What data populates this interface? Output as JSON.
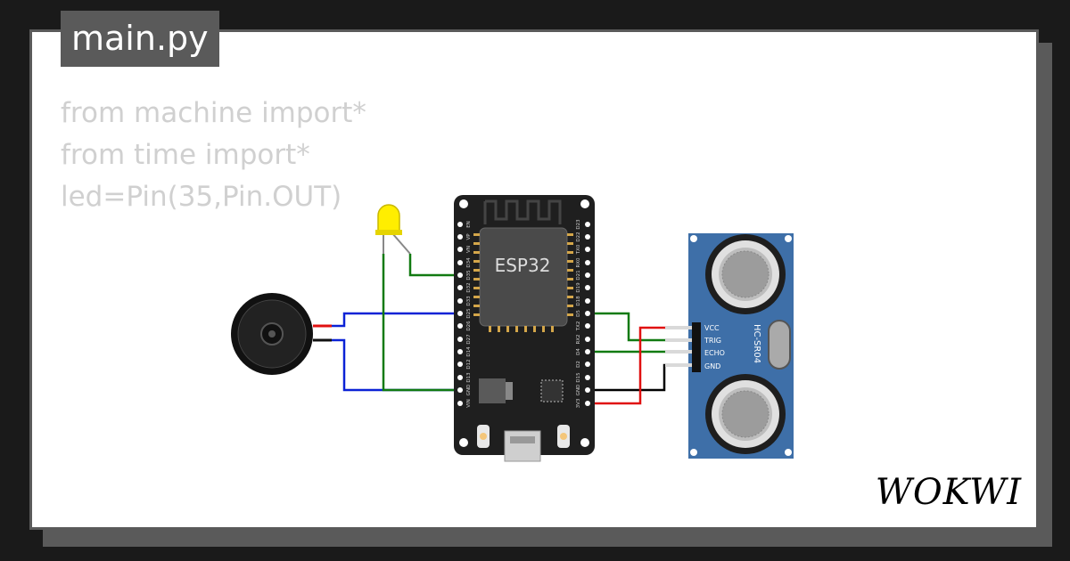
{
  "tab": {
    "filename": "main.py"
  },
  "code": {
    "lines": [
      "from machine import*",
      "from time import*",
      "led=Pin(35,Pin.OUT)"
    ]
  },
  "board": {
    "label": "ESP32",
    "left_pins": [
      "EN",
      "VP",
      "VN",
      "D34",
      "D35",
      "D32",
      "D33",
      "D25",
      "D26",
      "D27",
      "D14",
      "D12",
      "D13",
      "GND",
      "VIN"
    ],
    "right_pins": [
      "D23",
      "D22",
      "TX0",
      "RX0",
      "D21",
      "D19",
      "D18",
      "D5",
      "TX2",
      "RX2",
      "D4",
      "D2",
      "D15",
      "GND",
      "3V3"
    ]
  },
  "sensor": {
    "label": "HC-SR04",
    "pins": [
      "VCC",
      "TRIG",
      "ECHO",
      "GND"
    ]
  },
  "brand": {
    "logo": "WOKWI"
  },
  "colors": {
    "board": "#1f1f1f",
    "sensor": "#3e6fa8",
    "wire_blue": "#0b22d6",
    "wire_green": "#117a11",
    "wire_red": "#e01010",
    "wire_black": "#000000",
    "led": "#ffee00"
  }
}
